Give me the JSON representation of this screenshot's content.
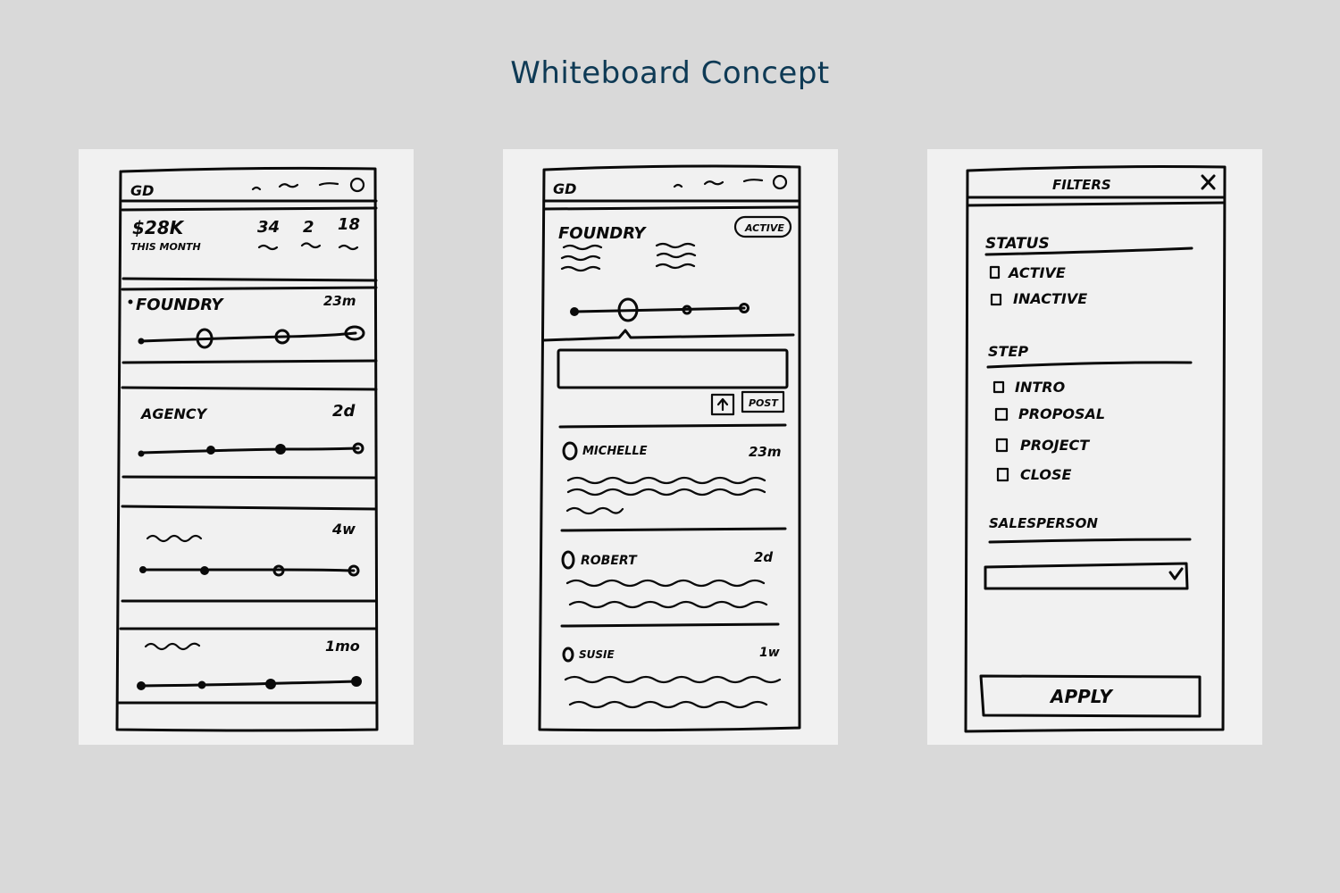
{
  "title": "Whiteboard Concept",
  "colors": {
    "background": "#d9d9d9",
    "card": "#f1f1f1",
    "ink": "#0a0a0a",
    "title": "#0e3a55"
  },
  "screen1": {
    "logo": "GD",
    "revenue": "$28K",
    "revenue_caption": "THIS MONTH",
    "stats": [
      "34",
      "2",
      "18"
    ],
    "items": [
      {
        "name": "FOUNDRY",
        "time": "23m"
      },
      {
        "name": "AGENCY",
        "time": "2d"
      },
      {
        "name": "",
        "time": "4w"
      },
      {
        "name": "",
        "time": "1mo"
      }
    ]
  },
  "screen2": {
    "logo": "GD",
    "deal_name": "FOUNDRY",
    "status_badge": "ACTIVE",
    "post_label": "POST",
    "upload_icon": "arrow-up-icon",
    "comments": [
      {
        "author": "MICHELLE",
        "time": "23m"
      },
      {
        "author": "ROBERT",
        "time": "2d"
      },
      {
        "author": "SUSIE",
        "time": "1w"
      }
    ]
  },
  "screen3": {
    "title": "FILTERS",
    "close_icon": "close-icon",
    "status_heading": "STATUS",
    "status_options": [
      "ACTIVE",
      "INACTIVE"
    ],
    "step_heading": "STEP",
    "step_options": [
      "INTRO",
      "PROPOSAL",
      "PROJECT",
      "CLOSE"
    ],
    "salesperson_heading": "SALESPERSON",
    "apply_label": "APPLY"
  }
}
